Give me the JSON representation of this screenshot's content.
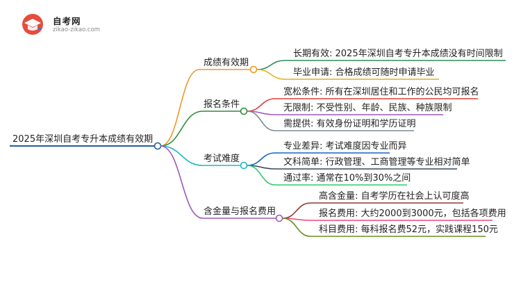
{
  "logo": {
    "name": "自考网",
    "url": "zikao-zikao.com",
    "icon": "graduation-cap-icon"
  },
  "mindmap": {
    "root": {
      "label": "2025年深圳自考专升本成绩有效期",
      "color": "#1f5f9e"
    },
    "branches": [
      {
        "label": "成绩有效期",
        "color": "#f0962a",
        "leaves": [
          {
            "label": "长期有效: 2025年深圳自考专升本成绩没有时间限制",
            "color": "#2e8b57"
          },
          {
            "label": "毕业申请: 合格成绩可随时申请毕业",
            "color": "#e0b11c"
          }
        ]
      },
      {
        "label": "报名条件",
        "color": "#2e8b3c",
        "leaves": [
          {
            "label": "宽松条件: 所有在深圳居住和工作的公民均可报名",
            "color": "#e03c3c"
          },
          {
            "label": "无限制: 不受性别、年龄、民族、种族限制",
            "color": "#9b59b6"
          },
          {
            "label": "需提供: 有效身份证明和学历证明",
            "color": "#7f8c8d"
          }
        ]
      },
      {
        "label": "考试难度",
        "color": "#1fb5c9",
        "leaves": [
          {
            "label": "专业差异: 考试难度因专业而异",
            "color": "#1565c0"
          },
          {
            "label": "文科简单: 行政管理、工商管理等专业相对简单",
            "color": "#34495e"
          },
          {
            "label": "通过率: 通常在10%到30%之间",
            "color": "#2ecc71"
          }
        ]
      },
      {
        "label": "含金量与报名费用",
        "color": "#9b59b6",
        "leaves": [
          {
            "label": "高含金量: 自考学历在社会上认可度高",
            "color": "#8b3a2e"
          },
          {
            "label": "报名费用: 大约2000到3000元，包括各项费用",
            "color": "#e8467a"
          },
          {
            "label": "科目费用: 每科报名费52元，实践课程150元",
            "color": "#6a8f20"
          }
        ]
      }
    ]
  }
}
